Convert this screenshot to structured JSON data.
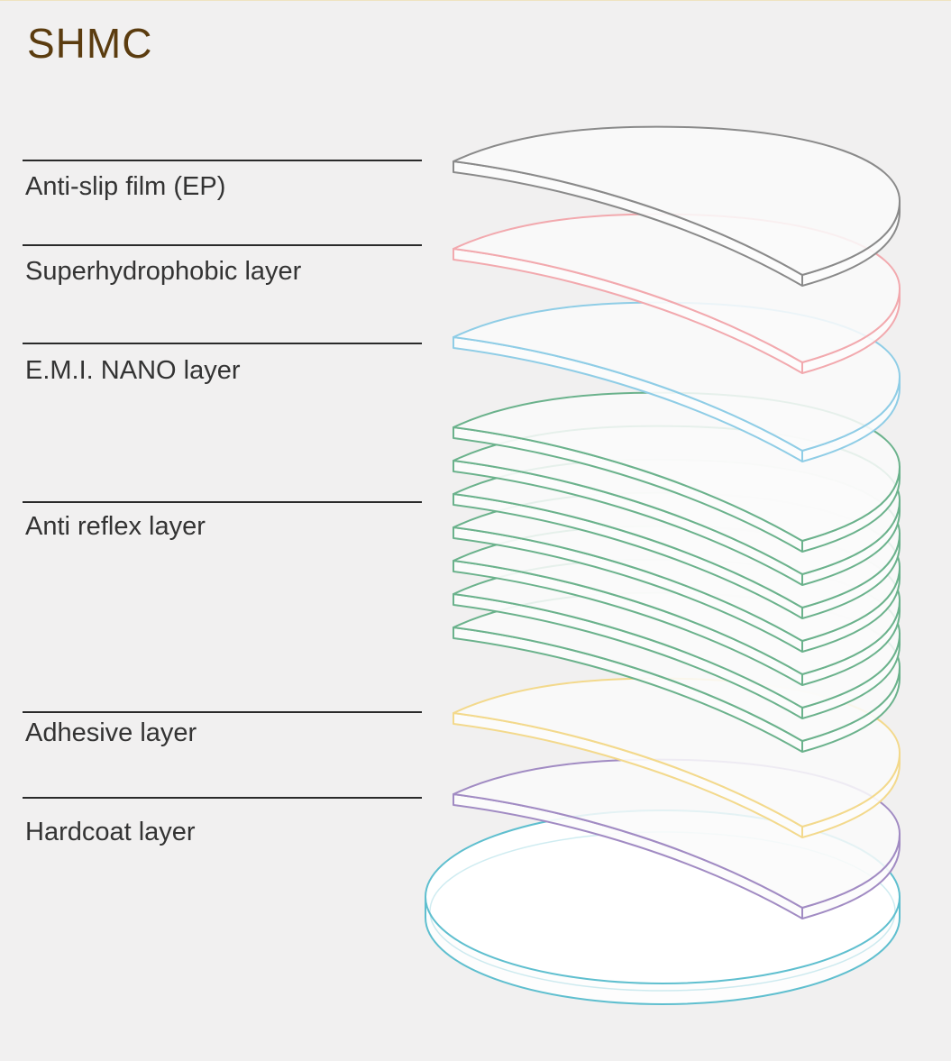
{
  "title": "SHMC",
  "labels": [
    "Anti-slip film (EP)",
    "Superhydrophobic layer",
    "E.M.I. NANO layer",
    "Anti reflex layer",
    "Adhesive layer",
    "Hardcoat layer"
  ],
  "layers": [
    {
      "name": "anti-slip-film",
      "color": "#8a8a8a",
      "count": 1
    },
    {
      "name": "superhydrophobic",
      "color": "#f2a9ae",
      "count": 1
    },
    {
      "name": "emi-nano",
      "color": "#8fcde6",
      "count": 1
    },
    {
      "name": "anti-reflex",
      "color": "#6bb28c",
      "count": 7
    },
    {
      "name": "adhesive",
      "color": "#f3d98c",
      "count": 1
    },
    {
      "name": "hardcoat",
      "color": "#a18bc3",
      "count": 1
    }
  ],
  "base_color": "#5fbfcf"
}
